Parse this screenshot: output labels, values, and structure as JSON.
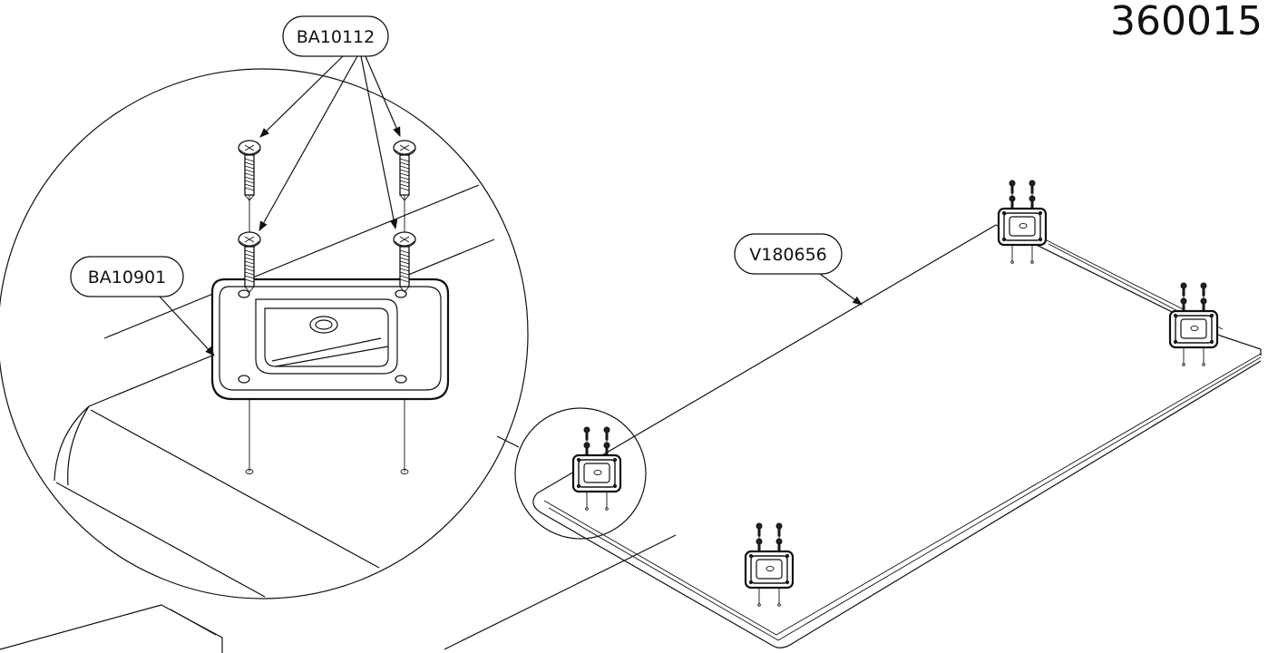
{
  "document_code": "360015",
  "labels": {
    "screw": "BA10112",
    "plate": "BA10901",
    "panel": "V180656"
  }
}
